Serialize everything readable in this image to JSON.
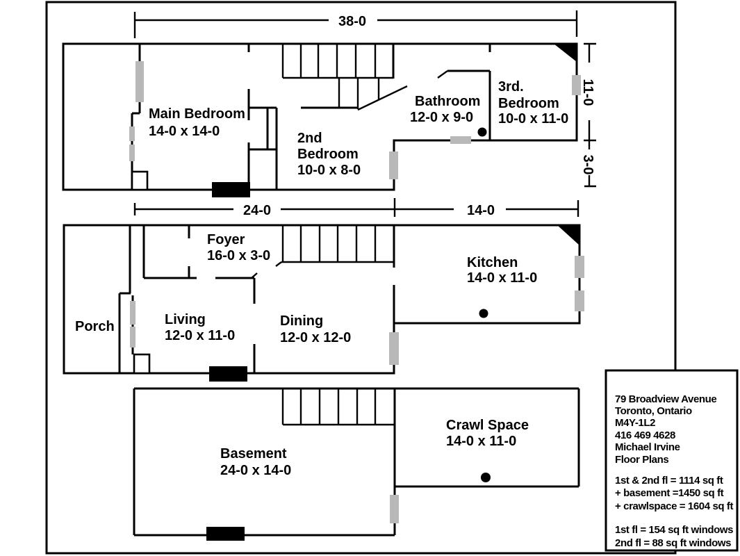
{
  "colors": {
    "ink": "#000000",
    "window_gray": "#b8b8b8",
    "background": "#ffffff"
  },
  "dimensions": {
    "total_width": "38-0",
    "main_width": "24-0",
    "kitchen_width": "14-0",
    "right_upper_depth": "11-0",
    "right_lower_depth": "3-0"
  },
  "second_floor": {
    "main_bedroom": {
      "name": "Main Bedroom",
      "size": "14-0 x 14-0"
    },
    "second_bedroom": {
      "line1": "2nd",
      "line2": "Bedroom",
      "size": "10-0 x 8-0"
    },
    "bathroom": {
      "name": "Bathroom",
      "size": "12-0 x 9-0"
    },
    "third_bedroom": {
      "line1": "3rd.",
      "line2": "Bedroom",
      "size": "10-0 x 11-0"
    }
  },
  "first_floor": {
    "porch": {
      "name": "Porch"
    },
    "foyer": {
      "name": "Foyer",
      "size": "16-0 x 3-0"
    },
    "living": {
      "name": "Living",
      "size": "12-0 x 11-0"
    },
    "dining": {
      "name": "Dining",
      "size": "12-0 x 12-0"
    },
    "kitchen": {
      "name": "Kitchen",
      "size": "14-0 x 11-0"
    }
  },
  "basement_floor": {
    "basement": {
      "name": "Basement",
      "size": "24-0 x 14-0"
    },
    "crawl_space": {
      "name": "Crawl Space",
      "size": "14-0 x 11-0"
    }
  },
  "title_block": {
    "lines": [
      "79 Broadview Avenue",
      "Toronto, Ontario",
      "M4Y-1L2",
      "416 469 4628",
      "Michael Irvine",
      "Floor Plans"
    ],
    "areas": [
      "1st & 2nd fl = 1114 sq ft",
      "+ basement  =1450 sq ft",
      "+ crawlspace = 1604 sq ft"
    ],
    "windows": [
      "1st fl = 154 sq ft windows",
      "2nd fl = 88 sq ft windows"
    ]
  }
}
